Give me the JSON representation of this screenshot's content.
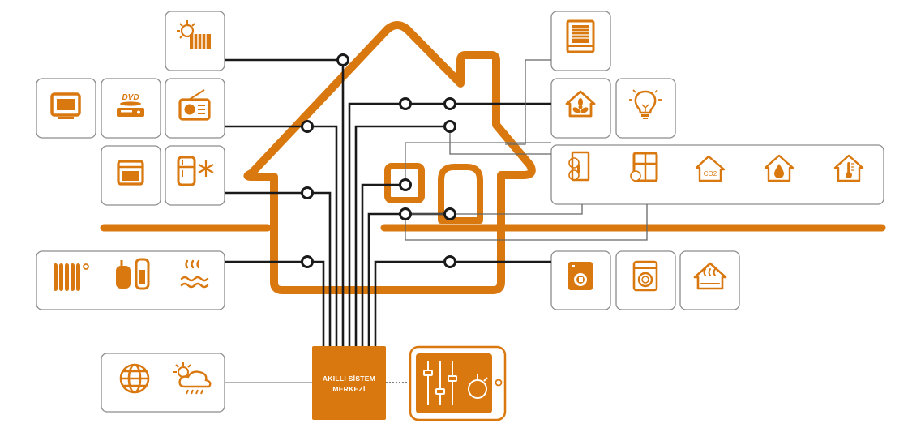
{
  "hub": {
    "line1": "AKILLI SİSTEM",
    "line2": "MERKEZİ"
  },
  "icons": {
    "dvd_text": "DVD",
    "co2_text": "CO2"
  },
  "colors": {
    "accent": "#d9780f",
    "box_border": "#8c8c8c",
    "wire": "#1a1a1a",
    "background": "#ffffff"
  },
  "device_groups": [
    {
      "name": "sun-shade",
      "icons": [
        "sun-shade-icon"
      ]
    },
    {
      "name": "media",
      "icons": [
        "tv-icon",
        "dvd-player-icon",
        "radio-icon"
      ]
    },
    {
      "name": "kitchen",
      "icons": [
        "oven-icon",
        "fridge-freezer-icon"
      ]
    },
    {
      "name": "heating",
      "icons": [
        "radiator-icon",
        "boiler-icon",
        "floor-heating-icon"
      ]
    },
    {
      "name": "online",
      "icons": [
        "globe-icon",
        "weather-icon"
      ]
    },
    {
      "name": "blinds",
      "icons": [
        "window-blind-icon"
      ]
    },
    {
      "name": "climate-light",
      "icons": [
        "house-ventilation-icon",
        "light-bulb-icon"
      ]
    },
    {
      "name": "sensors",
      "icons": [
        "door-sensor-icon",
        "window-sensor-icon",
        "co2-sensor-icon",
        "humidity-sensor-icon",
        "temperature-sensor-icon"
      ]
    },
    {
      "name": "appliances",
      "icons": [
        "washing-machine-icon",
        "dryer-icon",
        "house-heating-icon"
      ]
    }
  ]
}
